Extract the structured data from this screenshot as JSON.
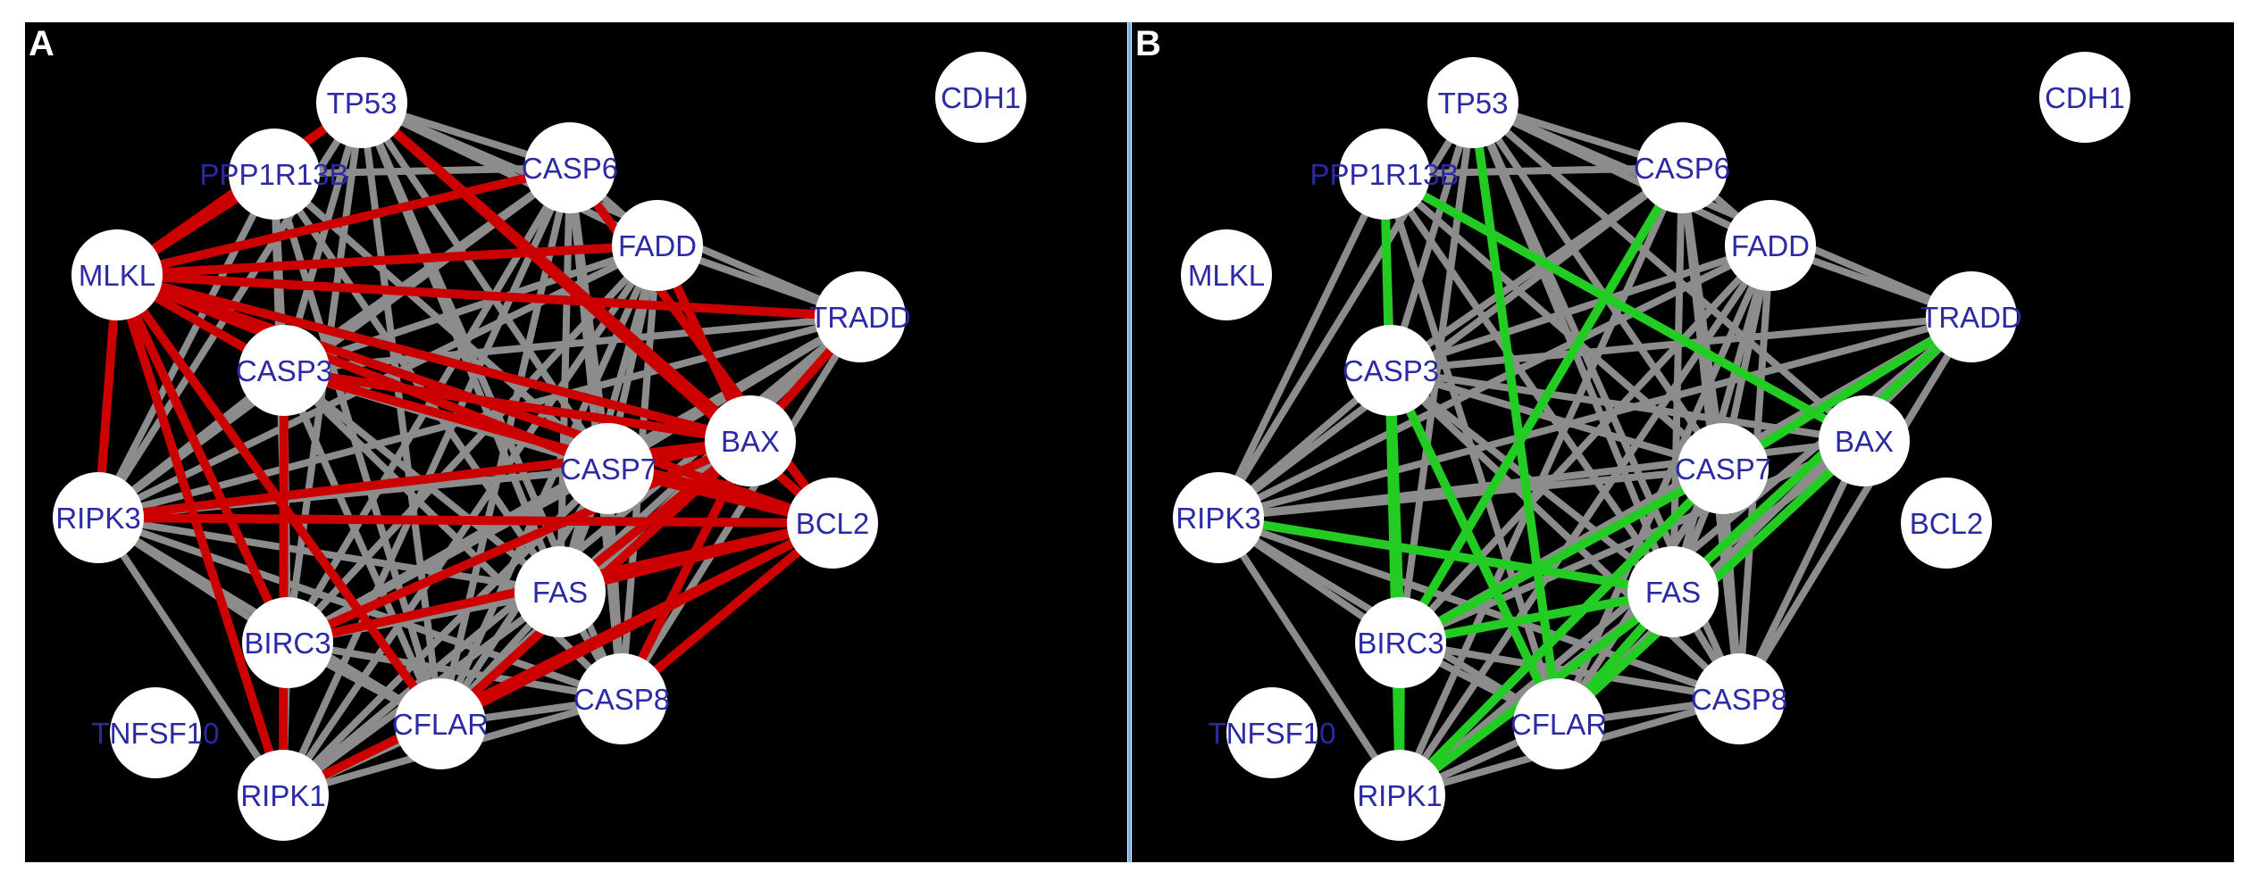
{
  "panels": [
    {
      "letter": "A",
      "highlight_color": "#cc0000",
      "edge_color": "#8c8c8c",
      "node_fill": "#ffffff",
      "label_color": "#2a2aa5",
      "nodes": [
        "TP53",
        "CDH1",
        "PPP1R13B",
        "CASP6",
        "FADD",
        "MLKL",
        "TRADD",
        "CASP3",
        "BAX",
        "CASP7",
        "RIPK3",
        "BCL2",
        "FAS",
        "BIRC3",
        "CASP8",
        "CFLAR",
        "TNFSF10",
        "RIPK1"
      ],
      "gray_edges": [
        [
          "TP53",
          "CASP6"
        ],
        [
          "TP53",
          "FADD"
        ],
        [
          "TP53",
          "CASP3"
        ],
        [
          "TP53",
          "CASP7"
        ],
        [
          "TP53",
          "FAS"
        ],
        [
          "TP53",
          "BIRC3"
        ],
        [
          "TP53",
          "CASP8"
        ],
        [
          "TP53",
          "CFLAR"
        ],
        [
          "TP53",
          "RIPK3"
        ],
        [
          "TP53",
          "TRADD"
        ],
        [
          "PPP1R13B",
          "CASP6"
        ],
        [
          "PPP1R13B",
          "CASP3"
        ],
        [
          "PPP1R13B",
          "FAS"
        ],
        [
          "PPP1R13B",
          "BIRC3"
        ],
        [
          "PPP1R13B",
          "RIPK3"
        ],
        [
          "PPP1R13B",
          "CFLAR"
        ],
        [
          "PPP1R13B",
          "CASP7"
        ],
        [
          "CASP6",
          "FADD"
        ],
        [
          "CASP6",
          "CASP3"
        ],
        [
          "CASP6",
          "CASP7"
        ],
        [
          "CASP6",
          "FAS"
        ],
        [
          "CASP6",
          "BIRC3"
        ],
        [
          "CASP6",
          "CASP8"
        ],
        [
          "CASP6",
          "CFLAR"
        ],
        [
          "CASP6",
          "RIPK1"
        ],
        [
          "CASP6",
          "RIPK3"
        ],
        [
          "FADD",
          "TRADD"
        ],
        [
          "FADD",
          "CASP3"
        ],
        [
          "FADD",
          "CASP7"
        ],
        [
          "FADD",
          "FAS"
        ],
        [
          "FADD",
          "CASP8"
        ],
        [
          "FADD",
          "CFLAR"
        ],
        [
          "FADD",
          "RIPK1"
        ],
        [
          "FADD",
          "RIPK3"
        ],
        [
          "FADD",
          "BIRC3"
        ],
        [
          "TRADD",
          "CASP3"
        ],
        [
          "TRADD",
          "FAS"
        ],
        [
          "TRADD",
          "CASP8"
        ],
        [
          "TRADD",
          "CFLAR"
        ],
        [
          "TRADD",
          "RIPK1"
        ],
        [
          "TRADD",
          "RIPK3"
        ],
        [
          "TRADD",
          "BIRC3"
        ],
        [
          "TRADD",
          "CASP7"
        ],
        [
          "CASP3",
          "CASP7"
        ],
        [
          "CASP3",
          "FAS"
        ],
        [
          "CASP3",
          "BIRC3"
        ],
        [
          "CASP3",
          "CASP8"
        ],
        [
          "CASP3",
          "CFLAR"
        ],
        [
          "CASP3",
          "RIPK1"
        ],
        [
          "CASP3",
          "RIPK3"
        ],
        [
          "CASP7",
          "FAS"
        ],
        [
          "CASP7",
          "BIRC3"
        ],
        [
          "CASP7",
          "CASP8"
        ],
        [
          "CASP7",
          "CFLAR"
        ],
        [
          "CASP7",
          "RIPK1"
        ],
        [
          "CASP7",
          "RIPK3"
        ],
        [
          "BAX",
          "CASP8"
        ],
        [
          "BAX",
          "CASP3"
        ],
        [
          "BAX",
          "RIPK3"
        ],
        [
          "RIPK3",
          "FAS"
        ],
        [
          "RIPK3",
          "BIRC3"
        ],
        [
          "RIPK3",
          "CASP8"
        ],
        [
          "RIPK3",
          "CFLAR"
        ],
        [
          "RIPK3",
          "RIPK1"
        ],
        [
          "FAS",
          "BIRC3"
        ],
        [
          "FAS",
          "CASP8"
        ],
        [
          "FAS",
          "CFLAR"
        ],
        [
          "FAS",
          "RIPK1"
        ],
        [
          "BIRC3",
          "CASP8"
        ],
        [
          "BIRC3",
          "CFLAR"
        ],
        [
          "BIRC3",
          "RIPK1"
        ],
        [
          "CASP8",
          "CFLAR"
        ],
        [
          "CASP8",
          "RIPK1"
        ],
        [
          "CFLAR",
          "RIPK1"
        ]
      ],
      "highlight_edges": [
        [
          "MLKL",
          "PPP1R13B"
        ],
        [
          "MLKL",
          "TP53"
        ],
        [
          "MLKL",
          "CASP6"
        ],
        [
          "MLKL",
          "FADD"
        ],
        [
          "MLKL",
          "TRADD"
        ],
        [
          "MLKL",
          "CASP3"
        ],
        [
          "MLKL",
          "BAX"
        ],
        [
          "MLKL",
          "CASP7"
        ],
        [
          "MLKL",
          "BCL2"
        ],
        [
          "MLKL",
          "RIPK3"
        ],
        [
          "MLKL",
          "BIRC3"
        ],
        [
          "MLKL",
          "RIPK1"
        ],
        [
          "MLKL",
          "CFLAR"
        ],
        [
          "TP53",
          "BCL2"
        ],
        [
          "TP53",
          "BAX"
        ],
        [
          "CASP6",
          "BCL2"
        ],
        [
          "FADD",
          "BAX"
        ],
        [
          "TRADD",
          "BAX"
        ],
        [
          "CASP3",
          "BAX"
        ],
        [
          "CASP3",
          "BCL2"
        ],
        [
          "CASP7",
          "BAX"
        ],
        [
          "CASP7",
          "BCL2"
        ],
        [
          "RIPK3",
          "BCL2"
        ],
        [
          "RIPK3",
          "BAX"
        ],
        [
          "BIRC3",
          "BAX"
        ],
        [
          "BIRC3",
          "BCL2"
        ],
        [
          "FAS",
          "BCL2"
        ],
        [
          "FAS",
          "BAX"
        ],
        [
          "CASP8",
          "BCL2"
        ],
        [
          "CASP8",
          "BAX"
        ],
        [
          "CFLAR",
          "BCL2"
        ],
        [
          "CFLAR",
          "BAX"
        ],
        [
          "RIPK1",
          "BCL2"
        ],
        [
          "CASP3",
          "RIPK1"
        ]
      ]
    },
    {
      "letter": "B",
      "highlight_color": "#22cc22",
      "edge_color": "#8c8c8c",
      "node_fill": "#ffffff",
      "label_color": "#2a2aa5",
      "nodes": [
        "TP53",
        "CDH1",
        "PPP1R13B",
        "CASP6",
        "FADD",
        "MLKL",
        "TRADD",
        "CASP3",
        "BAX",
        "CASP7",
        "RIPK3",
        "BCL2",
        "FAS",
        "BIRC3",
        "CASP8",
        "CFLAR",
        "TNFSF10",
        "RIPK1"
      ],
      "gray_edges": [
        [
          "TP53",
          "CASP6"
        ],
        [
          "TP53",
          "FADD"
        ],
        [
          "TP53",
          "CASP3"
        ],
        [
          "TP53",
          "CASP7"
        ],
        [
          "TP53",
          "FAS"
        ],
        [
          "TP53",
          "BIRC3"
        ],
        [
          "TP53",
          "CASP8"
        ],
        [
          "TP53",
          "RIPK3"
        ],
        [
          "TP53",
          "TRADD"
        ],
        [
          "TP53",
          "BAX"
        ],
        [
          "PPP1R13B",
          "CASP6"
        ],
        [
          "PPP1R13B",
          "CASP3"
        ],
        [
          "PPP1R13B",
          "FAS"
        ],
        [
          "PPP1R13B",
          "BIRC3"
        ],
        [
          "PPP1R13B",
          "RIPK3"
        ],
        [
          "PPP1R13B",
          "CFLAR"
        ],
        [
          "PPP1R13B",
          "CASP7"
        ],
        [
          "CASP6",
          "FADD"
        ],
        [
          "CASP6",
          "CASP3"
        ],
        [
          "CASP6",
          "CASP7"
        ],
        [
          "CASP6",
          "FAS"
        ],
        [
          "CASP6",
          "BIRC3"
        ],
        [
          "CASP6",
          "CASP8"
        ],
        [
          "CASP6",
          "RIPK1"
        ],
        [
          "CASP6",
          "RIPK3"
        ],
        [
          "FADD",
          "TRADD"
        ],
        [
          "FADD",
          "CASP3"
        ],
        [
          "FADD",
          "CASP7"
        ],
        [
          "FADD",
          "FAS"
        ],
        [
          "FADD",
          "CASP8"
        ],
        [
          "FADD",
          "CFLAR"
        ],
        [
          "FADD",
          "RIPK1"
        ],
        [
          "FADD",
          "RIPK3"
        ],
        [
          "FADD",
          "BIRC3"
        ],
        [
          "TRADD",
          "CASP3"
        ],
        [
          "TRADD",
          "FAS"
        ],
        [
          "TRADD",
          "CASP8"
        ],
        [
          "TRADD",
          "CFLAR"
        ],
        [
          "TRADD",
          "RIPK1"
        ],
        [
          "TRADD",
          "RIPK3"
        ],
        [
          "TRADD",
          "BIRC3"
        ],
        [
          "TRADD",
          "CASP7"
        ],
        [
          "CASP3",
          "CASP7"
        ],
        [
          "CASP3",
          "FAS"
        ],
        [
          "CASP3",
          "CASP8"
        ],
        [
          "CASP3",
          "RIPK1"
        ],
        [
          "CASP3",
          "RIPK3"
        ],
        [
          "CASP7",
          "FAS"
        ],
        [
          "CASP7",
          "BIRC3"
        ],
        [
          "CASP7",
          "CASP8"
        ],
        [
          "CASP7",
          "CFLAR"
        ],
        [
          "CASP7",
          "RIPK1"
        ],
        [
          "CASP7",
          "RIPK3"
        ],
        [
          "BAX",
          "CASP8"
        ],
        [
          "BAX",
          "CASP3"
        ],
        [
          "BAX",
          "RIPK3"
        ],
        [
          "BAX",
          "BIRC3"
        ],
        [
          "BAX",
          "RIPK1"
        ],
        [
          "RIPK3",
          "FAS"
        ],
        [
          "RIPK3",
          "BIRC3"
        ],
        [
          "RIPK3",
          "CASP8"
        ],
        [
          "RIPK3",
          "CFLAR"
        ],
        [
          "RIPK3",
          "RIPK1"
        ],
        [
          "FAS",
          "CASP8"
        ],
        [
          "FAS",
          "RIPK1"
        ],
        [
          "BIRC3",
          "CASP8"
        ],
        [
          "BIRC3",
          "CFLAR"
        ],
        [
          "CASP8",
          "CFLAR"
        ],
        [
          "CASP8",
          "RIPK1"
        ],
        [
          "CFLAR",
          "RIPK1"
        ]
      ],
      "highlight_edges": [
        [
          "PPP1R13B",
          "BAX"
        ],
        [
          "PPP1R13B",
          "RIPK1"
        ],
        [
          "TP53",
          "CFLAR"
        ],
        [
          "CASP6",
          "BIRC3"
        ],
        [
          "TRADD",
          "CASP7"
        ],
        [
          "TRADD",
          "FAS"
        ],
        [
          "CASP3",
          "CFLAR"
        ],
        [
          "CASP3",
          "BIRC3"
        ],
        [
          "RIPK3",
          "FAS"
        ],
        [
          "BIRC3",
          "FAS"
        ],
        [
          "BIRC3",
          "CASP7"
        ],
        [
          "BIRC3",
          "RIPK1"
        ],
        [
          "FAS",
          "CFLAR"
        ],
        [
          "FAS",
          "RIPK1"
        ],
        [
          "CASP7",
          "RIPK1"
        ],
        [
          "BAX",
          "CFLAR"
        ]
      ]
    }
  ]
}
